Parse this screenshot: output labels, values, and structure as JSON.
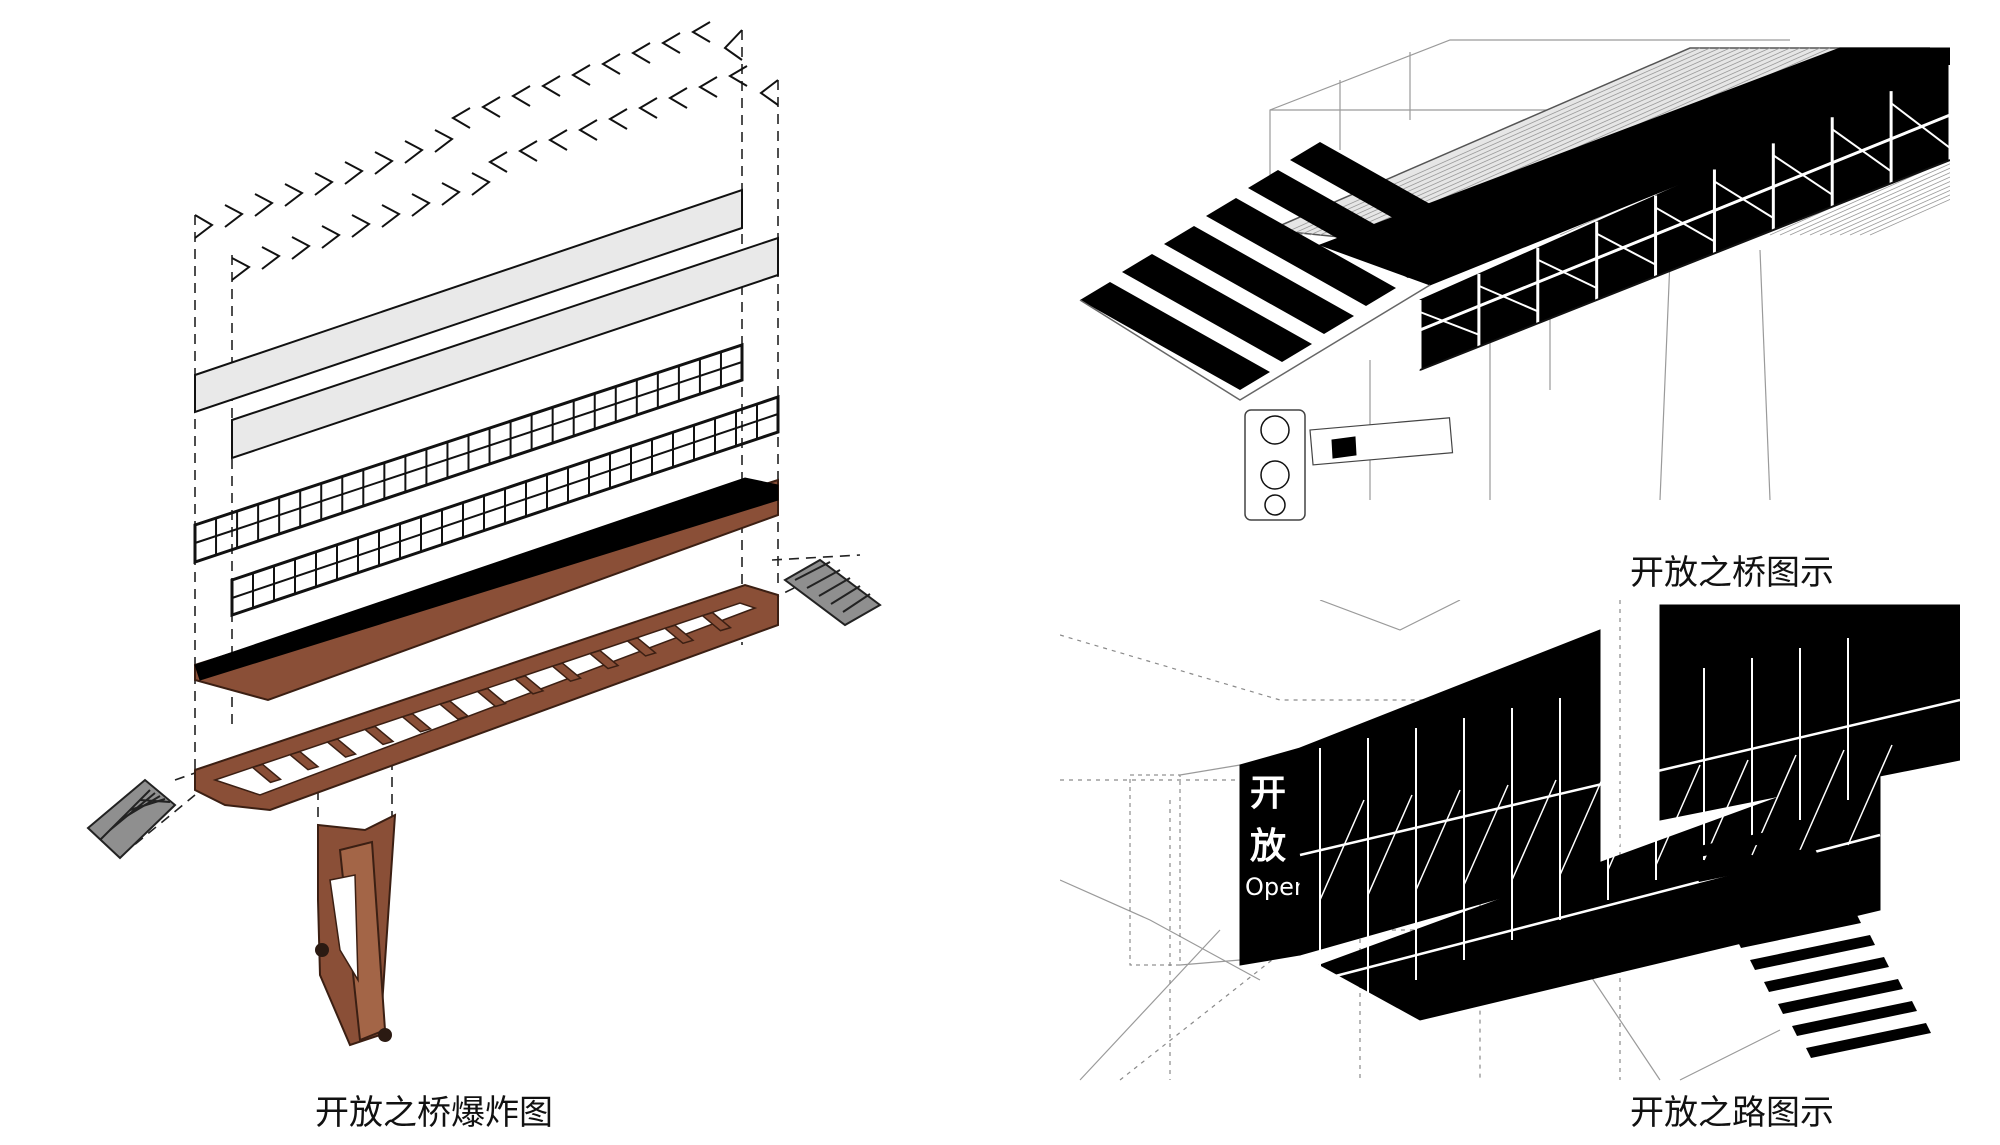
{
  "captions": {
    "exploded": "开放之桥爆炸图",
    "bridge": "开放之桥图示",
    "road": "开放之路图示"
  },
  "sign": {
    "char1": "开",
    "char2": "放",
    "latin": "Open"
  },
  "colors": {
    "rust": "#8a4f37",
    "black": "#000000",
    "panel_grey": "#e9e9e9",
    "stair_grey": "#8f8f8f"
  }
}
